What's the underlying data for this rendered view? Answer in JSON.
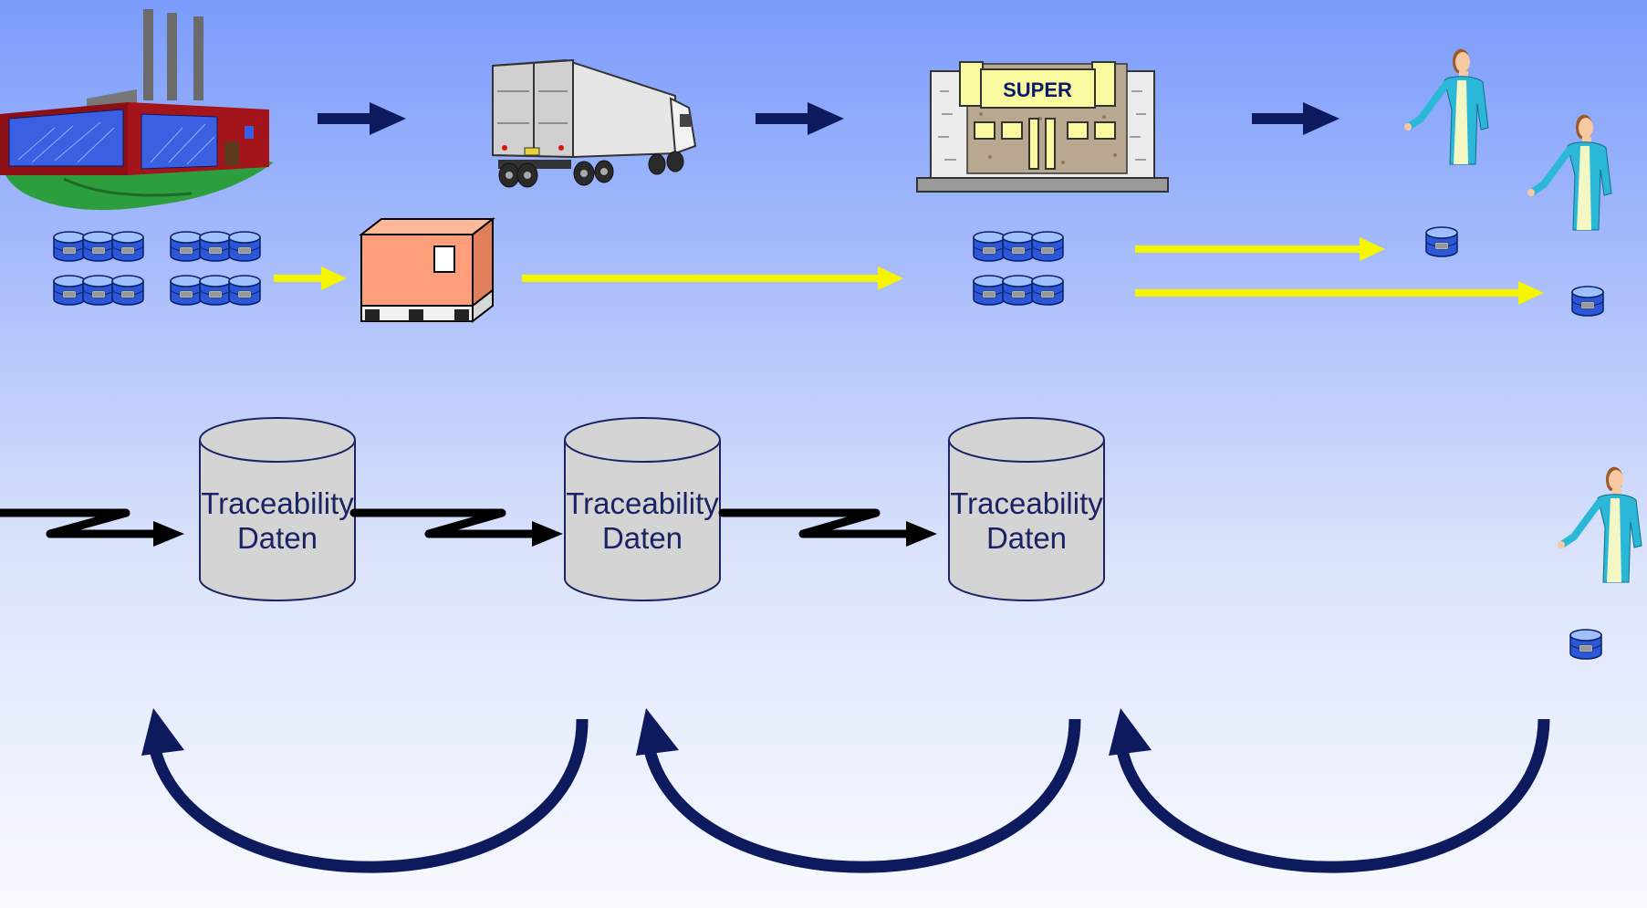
{
  "slide": {
    "background_top": "#7b9cfb",
    "background_bottom": "#f8faff"
  },
  "store": {
    "sign_text": "SUPER"
  },
  "databases": [
    {
      "line1": "Traceability",
      "line2": "Daten"
    },
    {
      "line1": "Traceability",
      "line2": "Daten"
    },
    {
      "line1": "Traceability",
      "line2": "Daten"
    }
  ],
  "colors": {
    "flow_arrow": "#0d1a5e",
    "goods_arrow": "#f5f500",
    "data_link": "#000000",
    "database_fill": "#d4d4d4",
    "can_fill": "#2b57d9",
    "pallet_box": "#ff9e7a"
  },
  "icons": [
    "factory-icon",
    "truck-icon",
    "supermarket-icon",
    "shopper-icon",
    "can-icon",
    "pallet-box-icon",
    "database-icon"
  ]
}
